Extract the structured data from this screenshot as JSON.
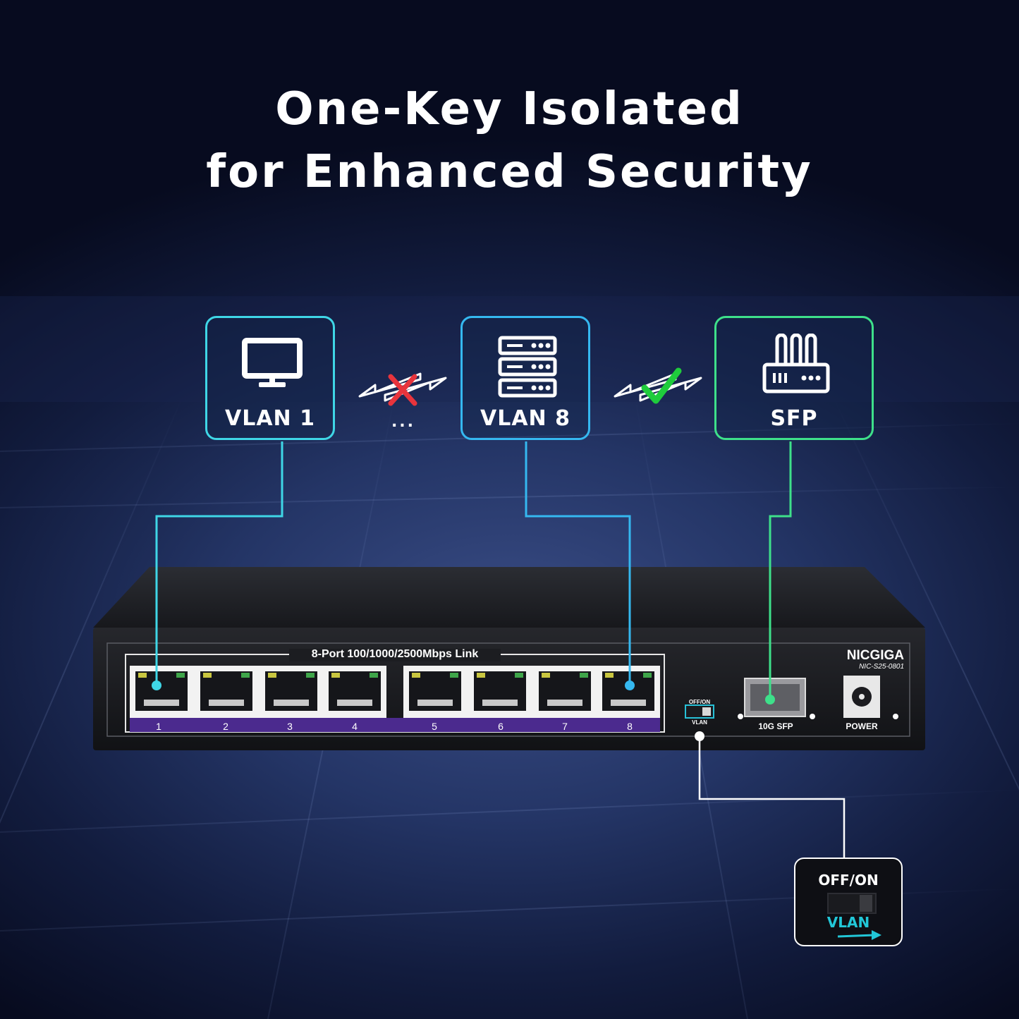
{
  "headline": {
    "line1": "One-Key Isolated",
    "line2": "for Enhanced Security"
  },
  "cards": [
    {
      "label": "VLAN 1",
      "icon": "monitor-icon",
      "color": "#3fd6e6"
    },
    {
      "label": "VLAN 8",
      "icon": "server-icon",
      "color": "#35b8f0"
    },
    {
      "label": "SFP",
      "icon": "router-icon",
      "color": "#3ee08a"
    }
  ],
  "links": {
    "blocked_icon": "x-mark-icon",
    "allowed_icon": "check-mark-icon",
    "ellipsis": "...",
    "blocked_color": "#e8343c",
    "allowed_color": "#1fcc3c"
  },
  "switch": {
    "port_header": "8-Port 100/1000/2500Mbps Link",
    "port_numbers": [
      "1",
      "2",
      "3",
      "4",
      "5",
      "6",
      "7",
      "8"
    ],
    "brand": "NICGIGA",
    "model": "NIC-S25-0801",
    "dip_top": "OFF/ON",
    "dip_bottom": "VLAN",
    "sfp_label": "10G SFP",
    "power_label": "POWER",
    "port_strip_color": "#4b2a8e"
  },
  "callout": {
    "top": "OFF/ON",
    "bottom": "VLAN",
    "arrow_color": "#22c7d8"
  }
}
